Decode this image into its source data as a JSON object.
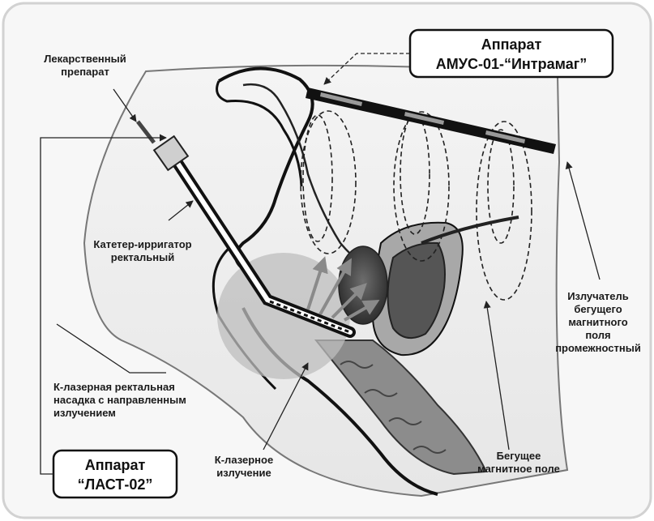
{
  "device_top": {
    "line1": "Аппарат",
    "line2": "АМУС-01-“Интрамаг”"
  },
  "device_bottom": {
    "line1": "Аппарат",
    "line2": "“ЛАСТ-02”"
  },
  "labels": {
    "drug": [
      "Лекарственный",
      "препарат"
    ],
    "catheter": [
      "Катетер-ирригатор",
      "ректальный"
    ],
    "laser_nozzle": [
      "К-лазерная ректальная",
      "насадка с направленным",
      "излучением"
    ],
    "laser_radiation": [
      "К-лазерное",
      "излучение"
    ],
    "emitter": [
      "Излучатель",
      "бегущего",
      "магнитного",
      "поля",
      "промежностный"
    ],
    "running_field": [
      "Бегущее",
      "магнитное поле"
    ]
  }
}
